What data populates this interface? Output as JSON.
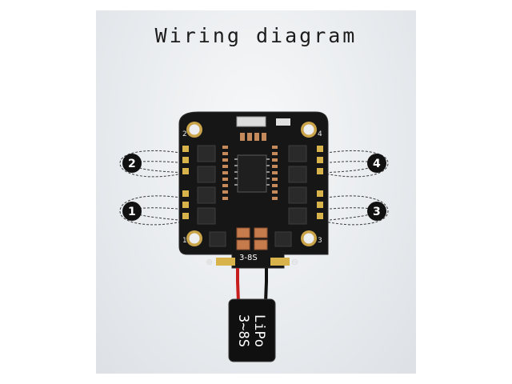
{
  "title": "Wiring diagram",
  "motors": [
    {
      "label": "1"
    },
    {
      "label": "2"
    },
    {
      "label": "3"
    },
    {
      "label": "4"
    }
  ],
  "mount_holes": [
    "1",
    "2",
    "3",
    "4"
  ],
  "board": {
    "cell_label": "3-8S",
    "positive_symbol": "⊕",
    "negative_symbol": "⊖"
  },
  "battery": {
    "line1": "LiPo",
    "line2": "3~8S"
  },
  "colors": {
    "board": "#161616",
    "pad": "#d8b24a",
    "mosfet": "#2a2a2a",
    "positive_wire": "#c81d1d",
    "negative_wire": "#111111"
  }
}
